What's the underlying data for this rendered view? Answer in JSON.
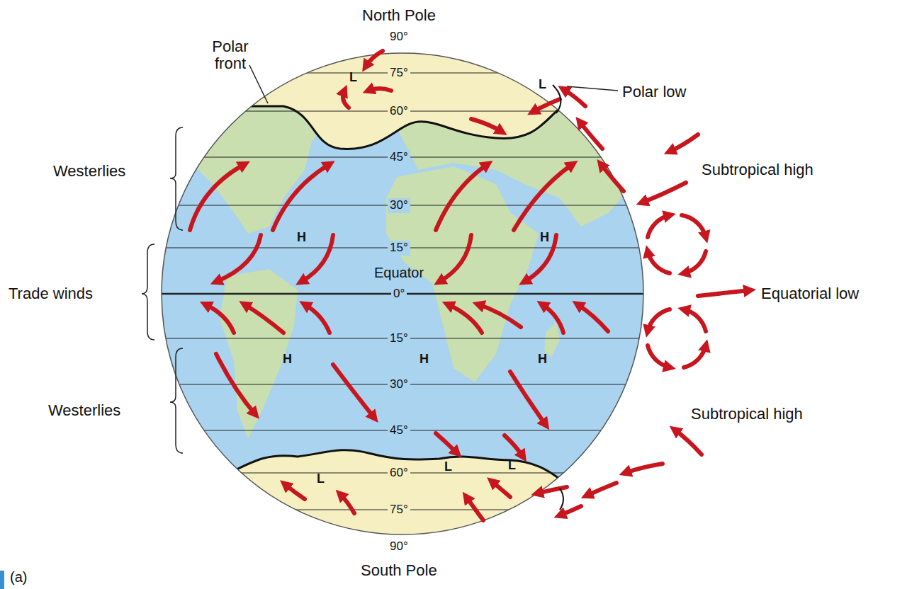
{
  "diagram": {
    "labels": [
      "North Pole",
      "90°",
      "Polar front",
      "75°",
      "L",
      "L",
      "Polar low",
      "60°",
      "45°",
      "Westerlies",
      "Subtropical high",
      "30°",
      "H",
      "H",
      "15°",
      "Equator",
      "Trade winds",
      "0°",
      "Equatorial low",
      "15°",
      "H",
      "H",
      "H",
      "30°",
      "Westerlies",
      "Subtropical high",
      "45°",
      "L",
      "L",
      "L",
      "60°",
      "75°",
      "90°",
      "South Pole",
      "(a)"
    ]
  }
}
